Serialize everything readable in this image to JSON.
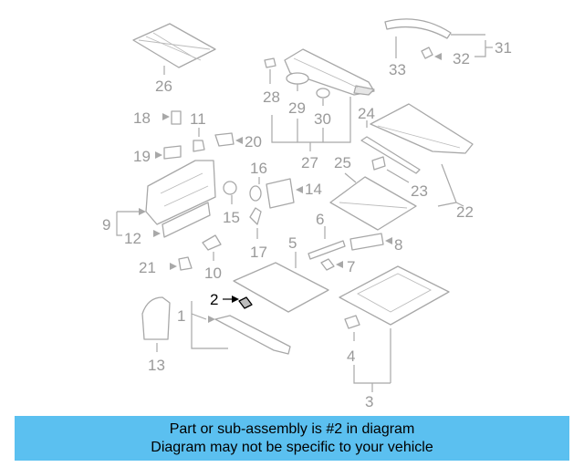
{
  "callouts": {
    "c1": "1",
    "c2": "2",
    "c3": "3",
    "c4": "4",
    "c5": "5",
    "c6": "6",
    "c7": "7",
    "c8": "8",
    "c9": "9",
    "c10": "10",
    "c11": "11",
    "c12": "12",
    "c13": "13",
    "c14": "14",
    "c15": "15",
    "c16": "16",
    "c17": "17",
    "c18": "18",
    "c19": "19",
    "c20": "20",
    "c21": "21",
    "c22": "22",
    "c23": "23",
    "c24": "24",
    "c25": "25",
    "c26": "26",
    "c27": "27",
    "c28": "28",
    "c29": "29",
    "c30": "30",
    "c31": "31",
    "c32": "32",
    "c33": "33"
  },
  "highlighted_part": "2",
  "banner": {
    "line1": "Part or sub-assembly is #2 in diagram",
    "line2": "Diagram may not be specific to your vehicle"
  },
  "colors": {
    "banner_bg": "#5bc0f0",
    "callout_gray": "#9a9a9a",
    "highlight": "#000000"
  }
}
